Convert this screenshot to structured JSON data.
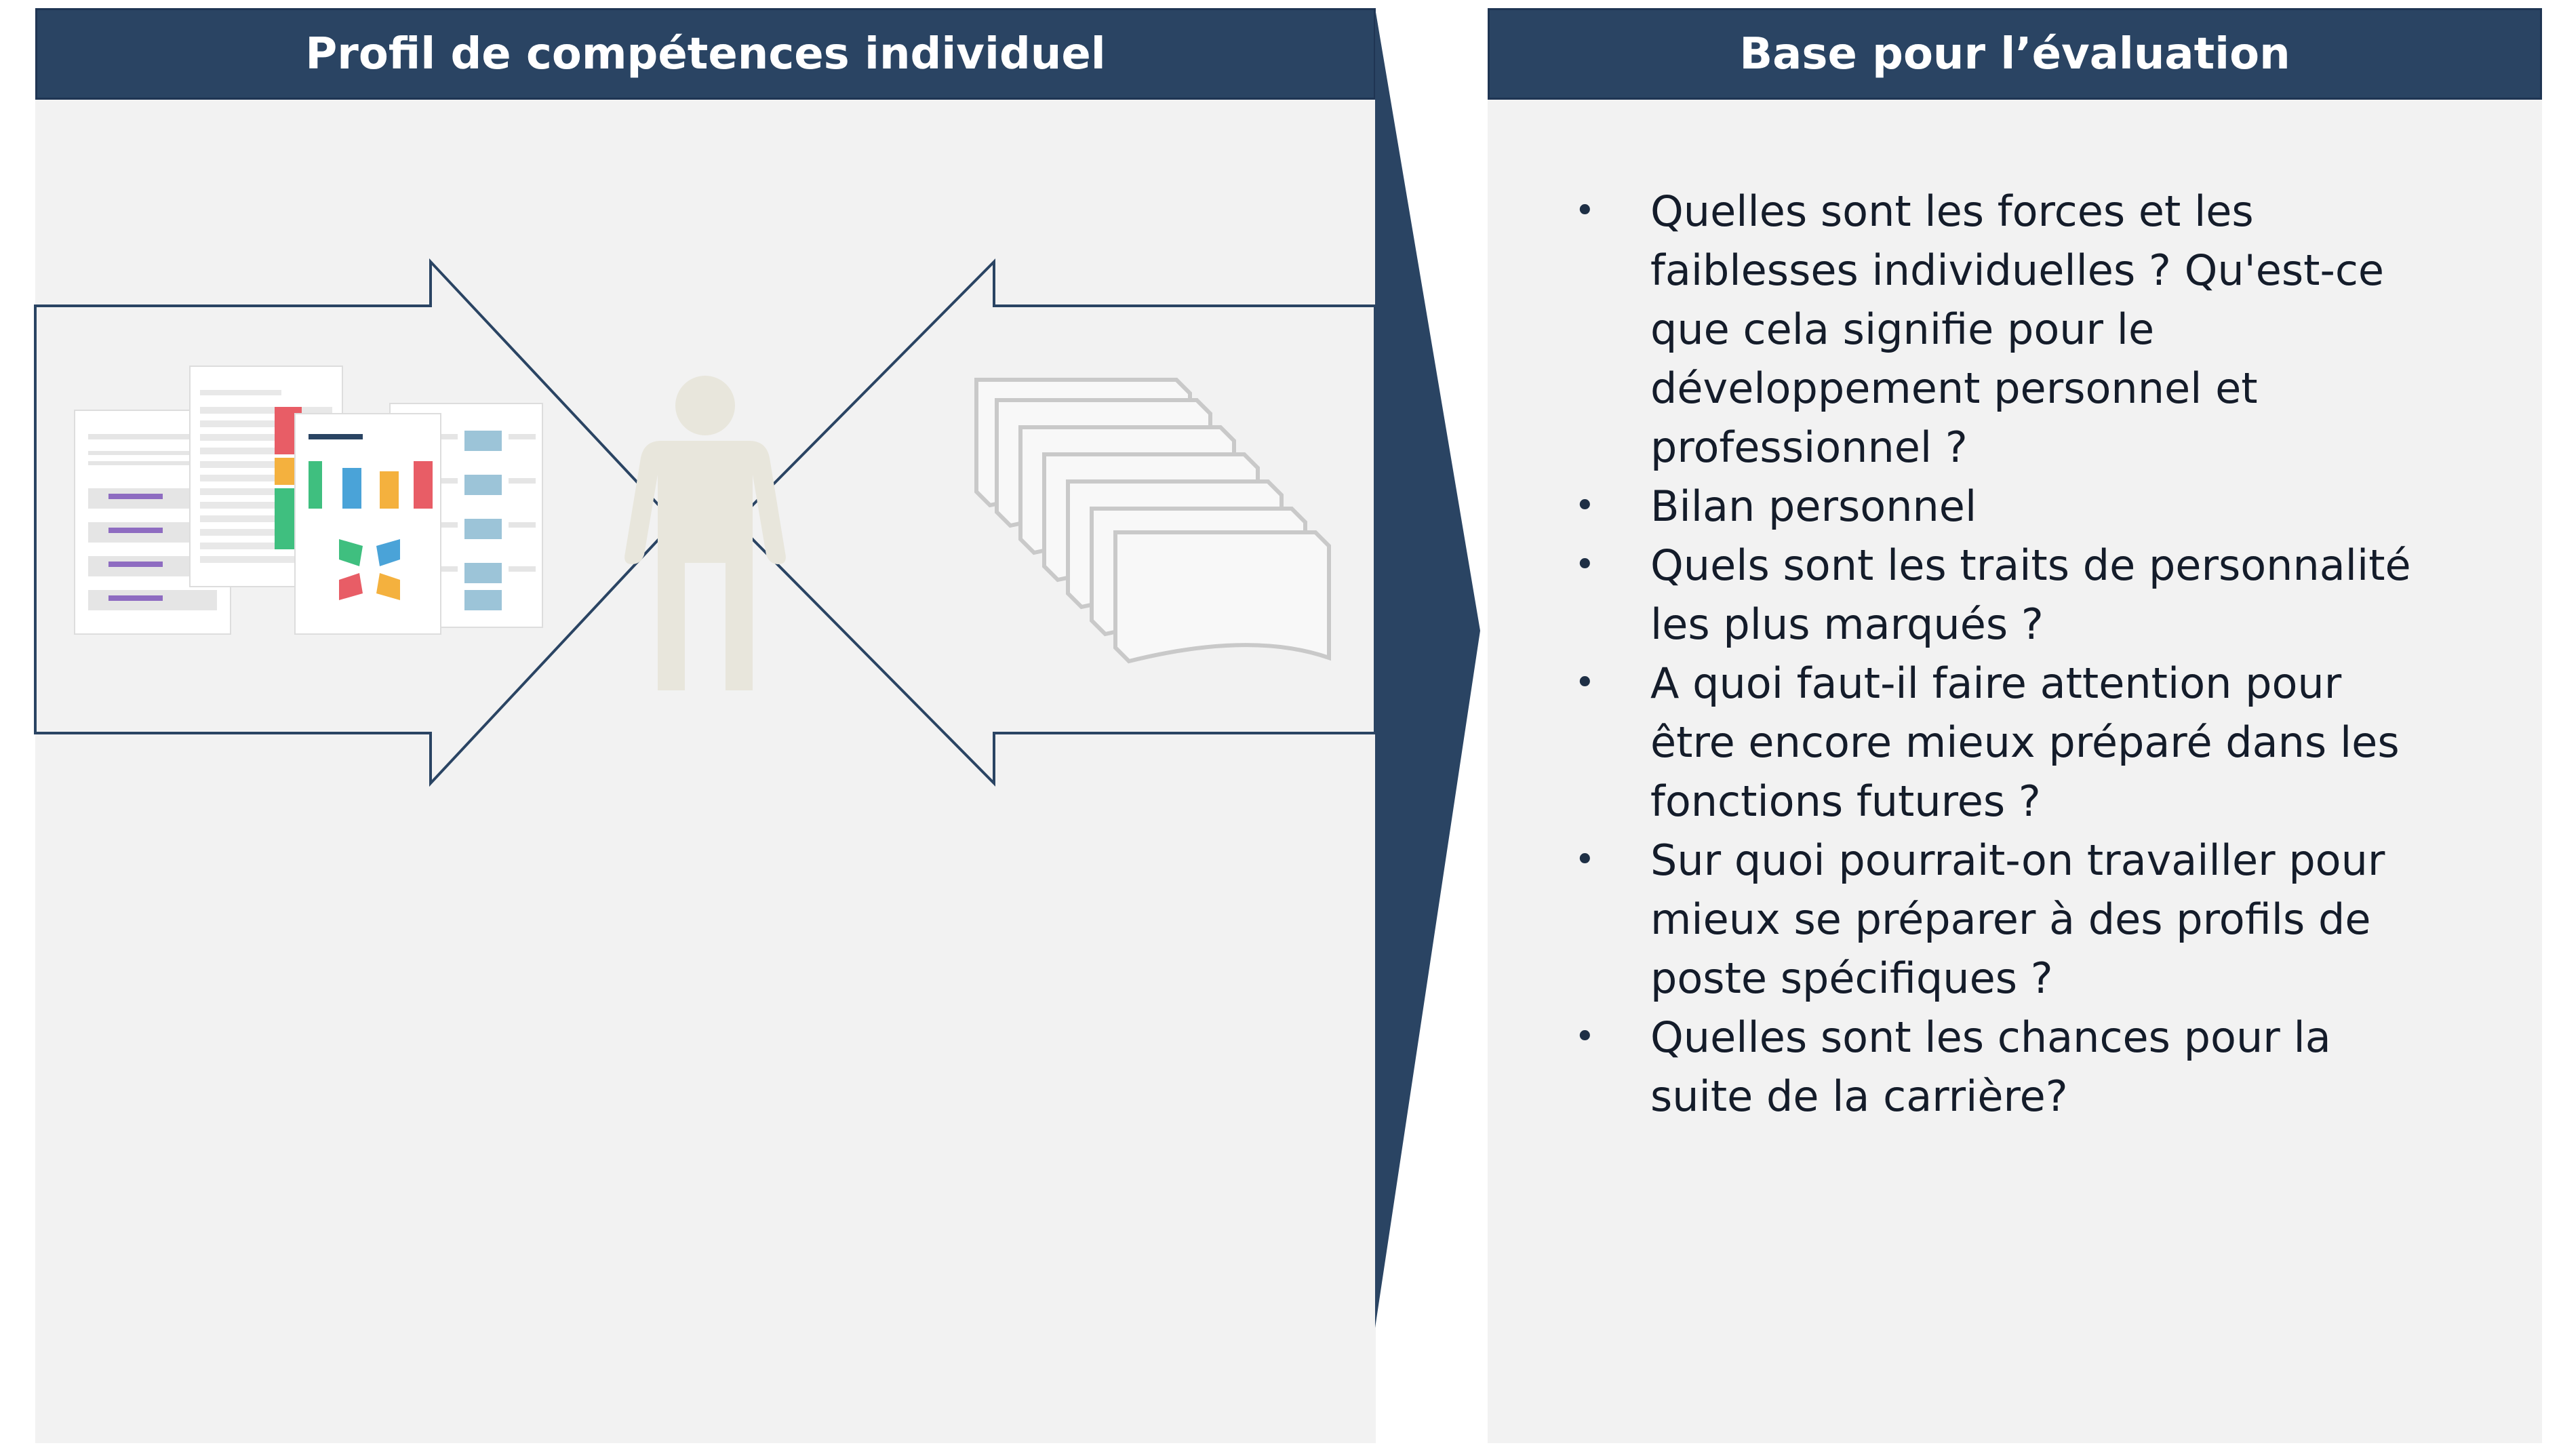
{
  "left_panel": {
    "title": "Profil de compétences individuel"
  },
  "right_panel": {
    "title": "Base pour l’évaluation",
    "bullets": [
      "Quelles sont les forces et les faiblesses individuelles ? Qu'est-ce que cela signifie pour le développement personnel et professionnel ?",
      "Bilan personnel",
      "Quels sont les traits de personnalité les plus marqués ?",
      "A quoi faut-il faire attention pour être encore mieux préparé dans les fonctions futures ?",
      "Sur quoi pourrait-on travailler pour mieux se préparer à des profils de poste spécifiques ?",
      "Quelles sont les chances pour la suite de la carrière?"
    ]
  },
  "colors": {
    "header_bg": "#2a4463",
    "panel_bg": "#f2f2f2",
    "person": "#e8e6dc",
    "arrow_outline": "#2a4463"
  },
  "icons": {
    "person": "person-icon",
    "report": "report-documents-icon",
    "stack": "document-stack-icon"
  }
}
